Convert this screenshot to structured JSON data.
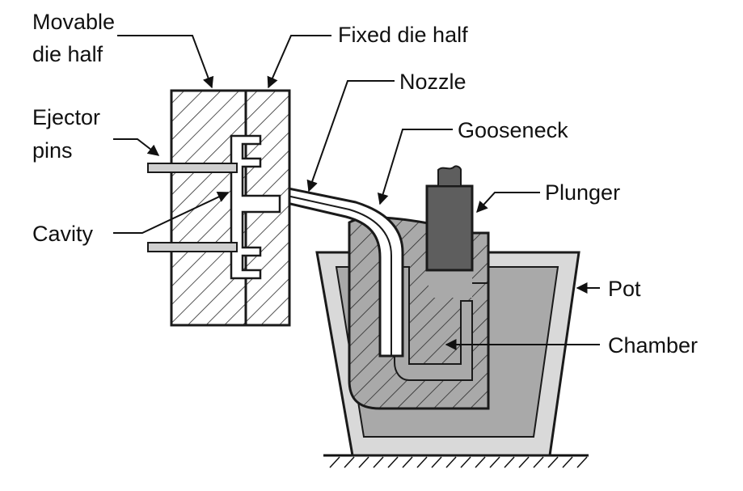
{
  "labels": {
    "movable_die_half_line1": "Movable",
    "movable_die_half_line2": "die half",
    "fixed_die_half": "Fixed die half",
    "nozzle": "Nozzle",
    "gooseneck": "Gooseneck",
    "ejector_pins_line1": "Ejector",
    "ejector_pins_line2": "pins",
    "plunger": "Plunger",
    "cavity": "Cavity",
    "pot": "Pot",
    "chamber": "Chamber"
  },
  "colors": {
    "outline": "#1a1a1a",
    "pot_wall": "#d9d9d9",
    "molten_metal": "#a9a9a9",
    "plunger": "#5e5e5e",
    "die": "#e2e2e2",
    "hatch": "#2a2a2a"
  }
}
